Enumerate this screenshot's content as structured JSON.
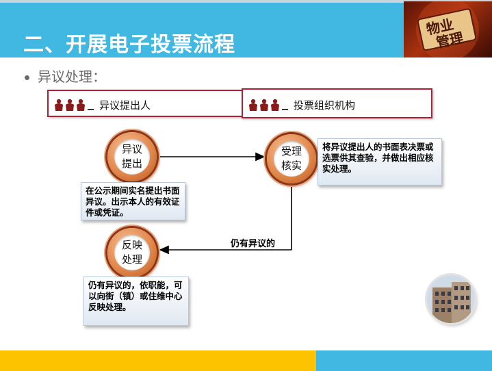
{
  "slide": {
    "title": "二、开展电子投票流程",
    "bullet": "异议处理：",
    "colors": {
      "header": "#41b8e2",
      "box_border": "#b02030",
      "circle": "#e2894c",
      "footer_yellow": "#fdc300",
      "footer_blue": "#41b8e2"
    }
  },
  "logo": {
    "text1": "物业",
    "text2": "管理",
    "icon": "property-management-logo"
  },
  "roles": [
    {
      "label": "异议提出人",
      "icon": "people-icon"
    },
    {
      "label": "投票组织机构",
      "icon": "people-icon"
    }
  ],
  "steps": {
    "objection": {
      "line1": "异议",
      "line2": "提出"
    },
    "review": {
      "line1": "受理",
      "line2": "核实"
    },
    "report": {
      "line1": "反映",
      "line2": "处理"
    }
  },
  "notes": {
    "objection": "在公示期间实名提出书面异议。出示本人的有效证件或凭证。",
    "review": "将异议提出人的书面表决票或选票供其查验，并做出相应核实处理。",
    "report": "仍有异议的，依职能，可以向街（镇）或住维中心反映处理。"
  },
  "flow": {
    "still_objection": "仍有异议的"
  },
  "decor": {
    "building_icon": "building-icon"
  }
}
